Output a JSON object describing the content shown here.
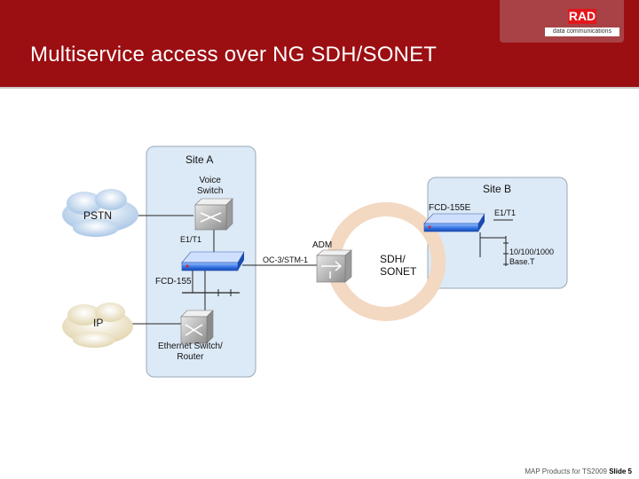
{
  "slide": {
    "title": "Multiservice access over NG SDH/SONET",
    "footer_text": "MAP Products for TS2009",
    "footer_slide": "Slide 5"
  },
  "logo": {
    "brand": "RAD",
    "tagline": "data communications"
  },
  "diagram": {
    "site_a": "Site A",
    "site_b": "Site B",
    "voice_switch": "Voice\nSwitch",
    "pstn": "PSTN",
    "ip": "IP",
    "e1t1_left": "E1/T1",
    "e1t1_right": "E1/T1",
    "adm": "ADM",
    "oc3": "OC-3/STM-1",
    "fcd155": "FCD-155",
    "fcd155e": "FCD-155E",
    "sdh_sonet": "SDH/\nSONET",
    "ethernet_switch": "Ethernet Switch/\nRouter",
    "base_t": "10/100/1000\nBase.T"
  },
  "colors": {
    "header": "#9b0e12",
    "site_box": "#dce9f6",
    "ring": "#f3d8c2",
    "device_blue": "#2f6fe0"
  }
}
